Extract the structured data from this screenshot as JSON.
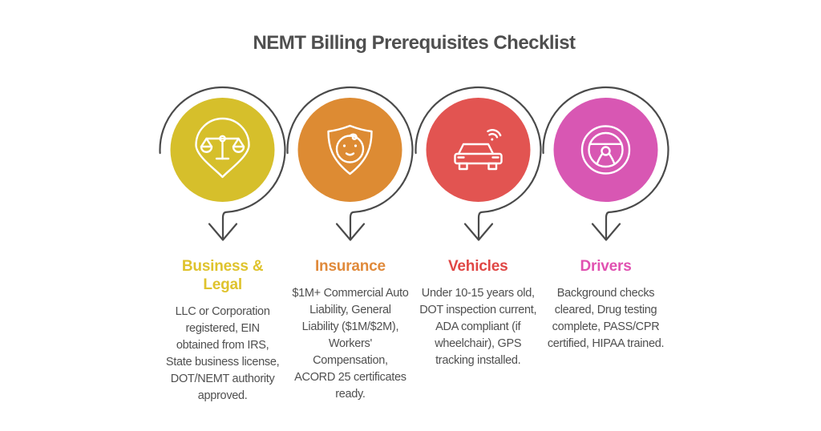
{
  "title": "NEMT Billing Prerequisites Checklist",
  "colors": {
    "background": "#ffffff",
    "title_text": "#4f4f4f",
    "body_text": "#4f4f4f",
    "line": "#4a4a4a",
    "icon_stroke": "#ffffff"
  },
  "sections": [
    {
      "heading": "Business & Legal",
      "heading_color": "#dfc32d",
      "circle_color": "#d6bf2b",
      "icon": "scale-pin-icon",
      "body": "LLC or Corporation registered, EIN obtained from IRS, State business license, DOT/NEMT authority approved."
    },
    {
      "heading": "Insurance",
      "heading_color": "#e08a3b",
      "circle_color": "#dd8b33",
      "icon": "shield-face-icon",
      "body": "$1M+ Commercial Auto Liability, General Liability ($1M/$2M), Workers' Compensation, ACORD 25 certificates ready."
    },
    {
      "heading": "Vehicles",
      "heading_color": "#e04745",
      "circle_color": "#e25451",
      "icon": "car-gps-icon",
      "body": "Under 10-15 years old, DOT inspection current, ADA compliant (if wheelchair), GPS tracking installed."
    },
    {
      "heading": "Drivers",
      "heading_color": "#e151b1",
      "circle_color": "#d857b3",
      "icon": "steering-wheel-icon",
      "body": "Background checks cleared, Drug testing complete, PASS/CPR certified, HIPAA trained."
    }
  ]
}
